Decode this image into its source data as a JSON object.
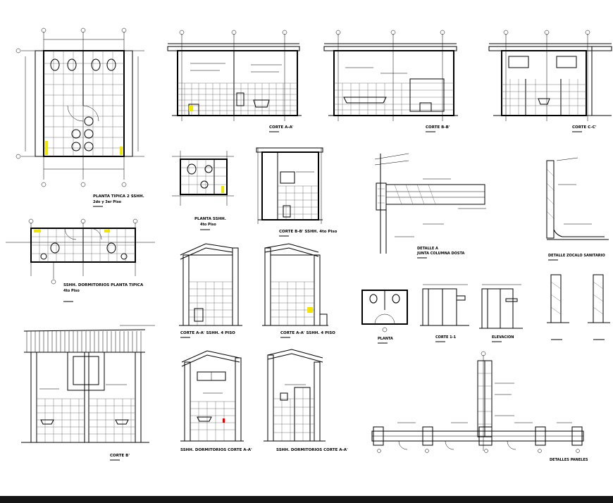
{
  "sheet": {
    "labels": {
      "planta_tipica_2": "PLANTA TIPICA 2 SSHH.",
      "planta_tipica_2_sub": "2do y 3er Piso",
      "corte_aa": "CORTE A-A'",
      "corte_bb": "CORTE B-B'",
      "corte_cc": "CORTE C-C'",
      "planta_sshh": "PLANTA SSHH.",
      "planta_sshh_sub": "4to Piso",
      "corte_bb_sshh": "CORTE B-B' SSHH. 4to Piso",
      "detalle_junta": "DETALLE A",
      "detalle_junta_sub": "JUNTA COLUMNA DOSTA",
      "detalle_zocalo": "DETALLE ZOCALO SANITARIO",
      "sshh_dormitorios_planta": "SSHH. DORMITORIOS PLANTA TIPICA",
      "sshh_dormitorios_planta_sub": "4to Piso",
      "corte_aa_sshh4": "CORTE A-A' SSHH. 4 PISO",
      "corte_bb_sshh4": "CORTE A-A' SSHH. 4 PISO",
      "planta_small": "PLANTA",
      "corte_11": "CORTE 1-1",
      "elevacion": "ELEVACION",
      "corte_b_bottom": "CORTE B'",
      "sshh_dorm_corte_a": "SSHH. DORMITORIOS  CORTE A-A'",
      "sshh_dorm_corte_b": "SSHH. DORMITORIOS  CORTE A-A'",
      "detalles_paneles": "DETALLES PANELES"
    }
  },
  "colors": {
    "lines": "#000000",
    "highlight": "#f2e600",
    "accent_red": "#e00000",
    "bottom_bar": "#151515"
  }
}
